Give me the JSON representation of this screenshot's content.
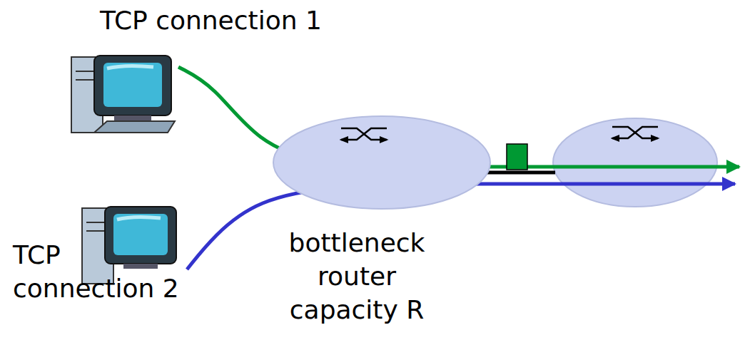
{
  "diagram": {
    "nodes": [
      {
        "text": [
          "bottleneck router capacity R"
        ]
      }
    ],
    "labels": [
      "TCP connection 1",
      "TCP connection 2"
    ]
  }
}
